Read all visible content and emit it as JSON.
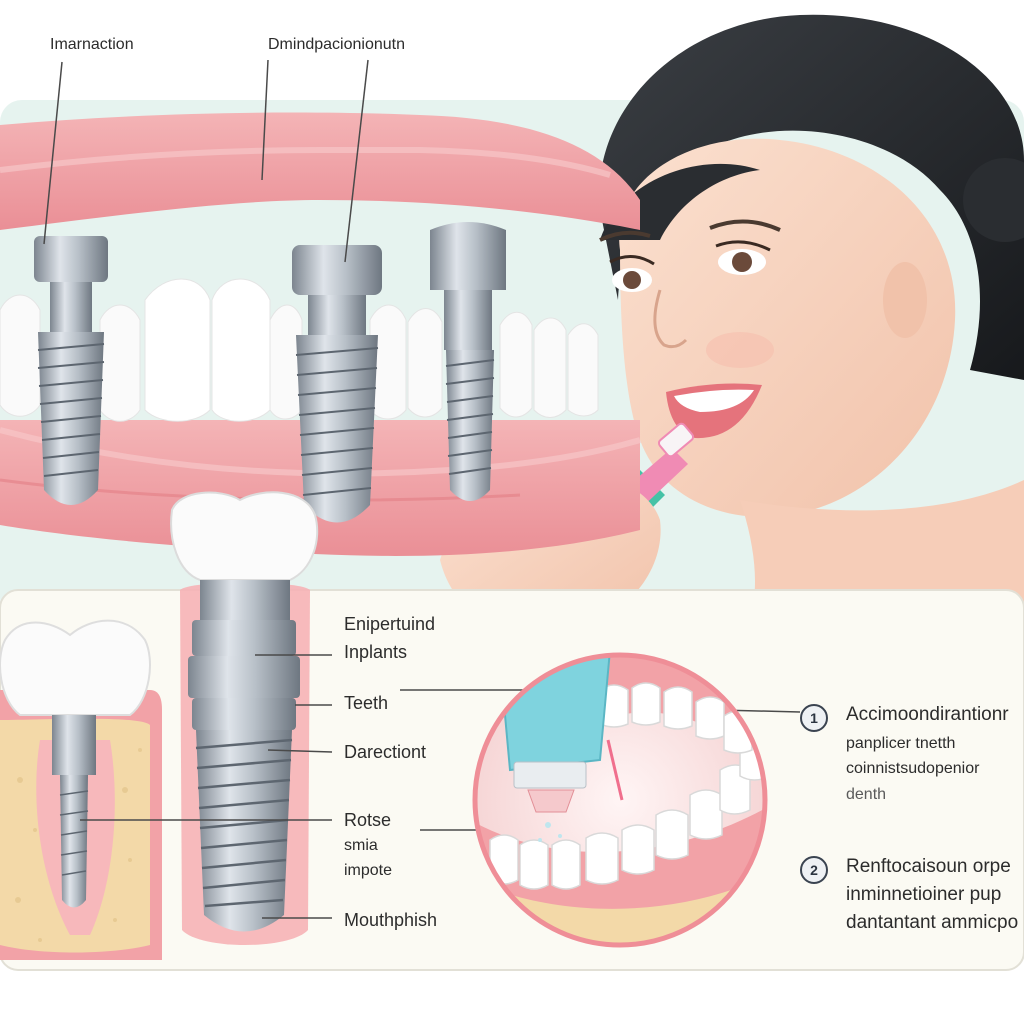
{
  "top_labels": {
    "left": "Imarnaction",
    "center": "Dmindpacionionutn"
  },
  "implant_labels": [
    "Enipertuind",
    "Inplants",
    "Teeth",
    "Darectiont",
    "Rotse",
    "smia",
    "impote",
    "Mouthphish"
  ],
  "steps": [
    {
      "number": "1",
      "lines": [
        "Accimoondirantionr",
        "panplicer tnetth",
        "coinnistsudopenior",
        "denth"
      ]
    },
    {
      "number": "2",
      "lines": [
        "Renftocaisoun orpe",
        "inminnetioiner pup",
        "dantantant ammicpo"
      ]
    }
  ],
  "colors": {
    "gum": "#ef9ea2",
    "gum_dark": "#e37f86",
    "tooth": "#fafafa",
    "metal": "#a9b2bc",
    "panel_bg": "#fbfaf3",
    "banner_bg": "#e6f3ef",
    "bone": "#f3d9a8",
    "brush_handle": "#45c2a6",
    "badge_ring": "#3a4350"
  },
  "icons": [
    "dental-implant-icon",
    "crown-icon",
    "toothbrush-icon",
    "mouthwash-bottle-icon",
    "woman-illustration"
  ]
}
